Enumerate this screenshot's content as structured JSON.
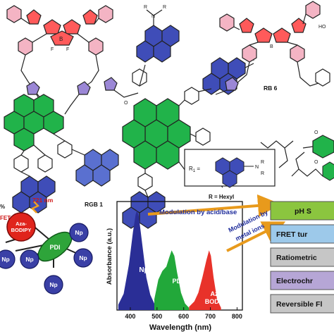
{
  "structure": {
    "left_label": "RGB 1",
    "right_label": "RB 6",
    "r1_label": "R",
    "r1_sub": "1",
    "r1_eq": " = ",
    "r_hexyl": "R = Hexyl",
    "bf2_left": "F",
    "bf2_right": "F",
    "boron": "B",
    "nitrogen": "N",
    "oxygen": "O",
    "r_atom": "R",
    "ho_label": "HO"
  },
  "schematic": {
    "percent": "%",
    "fret": "FET",
    "emission": "721 nm",
    "core_top": "Aza-",
    "core_bottom": "BODIPY",
    "pdi": "PDI",
    "np": "Np"
  },
  "chart": {
    "ylabel": "Absorbance (a.u.)",
    "xlabel": "Wavelength (nm)",
    "peak_np": "Np",
    "peak_pdi": "PDI",
    "peak_aza_top": "Aza-",
    "peak_aza_bottom": "BODIPY",
    "arrow_acid": "Modulation by acid/base",
    "arrow_metal_1": "Modulation by",
    "arrow_metal_2": "metal ions"
  },
  "chart_data": {
    "type": "area",
    "x_ticks": [
      "400",
      "500",
      "600",
      "700",
      "800"
    ],
    "xlim": [
      350,
      820
    ],
    "ylim": [
      0,
      1
    ],
    "grid": false,
    "series": [
      {
        "x": [
          355,
          375,
          395,
          410,
          420,
          425,
          432,
          445,
          460,
          475,
          490,
          500
        ],
        "y": [
          0.05,
          0.15,
          0.42,
          0.72,
          0.88,
          0.92,
          0.86,
          0.6,
          0.3,
          0.14,
          0.06,
          0.03
        ],
        "color": "#2a2e96"
      },
      {
        "x": [
          490,
          505,
          520,
          535,
          545,
          555,
          565,
          575,
          590,
          605,
          620
        ],
        "y": [
          0.1,
          0.28,
          0.36,
          0.4,
          0.48,
          0.55,
          0.5,
          0.35,
          0.16,
          0.06,
          0.02
        ],
        "color": "#22a83a"
      },
      {
        "x": [
          620,
          640,
          655,
          670,
          685,
          695,
          702,
          712,
          725,
          740
        ],
        "y": [
          0.03,
          0.08,
          0.16,
          0.3,
          0.46,
          0.55,
          0.5,
          0.3,
          0.1,
          0.02
        ],
        "color": "#e8322a"
      }
    ]
  },
  "features": {
    "items": [
      {
        "label": "pH S",
        "color": "#8bc53f"
      },
      {
        "label": "FRET tur",
        "color": "#9dc9ea"
      },
      {
        "label": "Ratiometric",
        "color": "#c6c6c6"
      },
      {
        "label": "Electrochr",
        "color": "#b6a6d6"
      },
      {
        "label": "Reversible Fl",
        "color": "#c6c6c6"
      }
    ]
  }
}
